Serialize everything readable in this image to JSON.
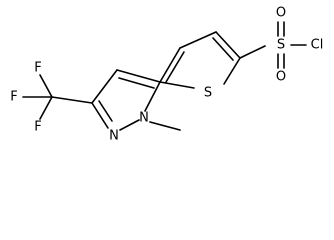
{
  "molecule": {
    "atoms": {
      "s_ring": "S",
      "s_sulfonyl": "S",
      "o_top": "O",
      "o_bottom": "O",
      "cl": "Cl",
      "n1": "N",
      "n2": "N",
      "f_top": "F",
      "f_left": "F",
      "f_bottom": "F"
    }
  }
}
